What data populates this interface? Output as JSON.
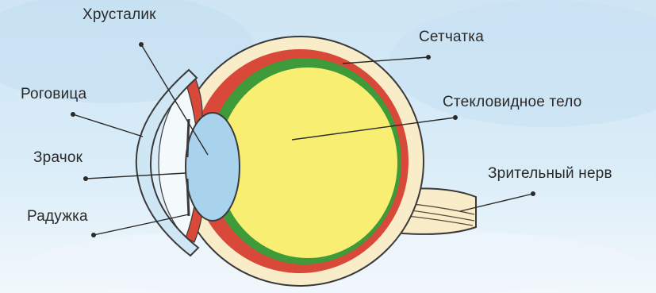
{
  "labels": {
    "lens": "Хрусталик",
    "retina": "Сетчатка",
    "cornea": "Роговица",
    "vitreous": "Стекловидное тело",
    "pupil": "Зрачок",
    "optic_nerve": "Зрительный нерв",
    "iris": "Радужка"
  },
  "colors": {
    "sclera": "#f8ecc9",
    "choroid": "#d9493a",
    "retina": "#3f9a3a",
    "vitreous": "#f7ee72",
    "lens": "#a9d3ec",
    "cornea": "#cfe6f5",
    "outline": "#3a3a3a"
  }
}
